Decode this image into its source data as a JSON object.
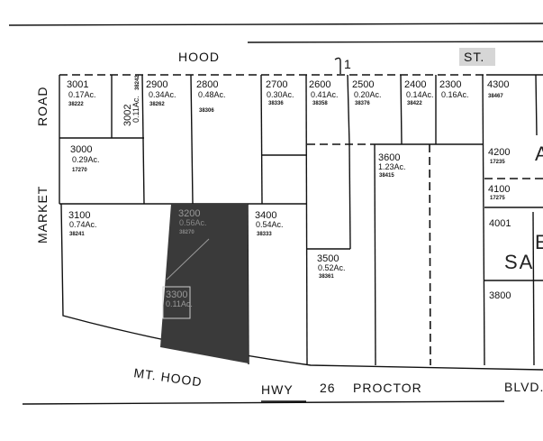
{
  "streets": {
    "north": "HOOD",
    "north_suffix": "ST.",
    "west": "MARKET",
    "west_top": "ROAD",
    "south_1": "MT. HOOD",
    "south_2": "HWY",
    "south_3": "26",
    "south_4": "PROCTOR",
    "south_5": "BLVD."
  },
  "marker": "1",
  "parcels": [
    {
      "id": "3001",
      "acres": "0.17Ac.",
      "code": "38222"
    },
    {
      "id": "3002",
      "acres": "0.11Ac.",
      "code": "38242"
    },
    {
      "id": "2900",
      "acres": "0.34Ac.",
      "code": "38262"
    },
    {
      "id": "2800",
      "acres": "0.48Ac.",
      "code": "38306"
    },
    {
      "id": "2700",
      "acres": "0.30Ac.",
      "code": "38336"
    },
    {
      "id": "2600",
      "acres": "0.41Ac.",
      "code": "38358"
    },
    {
      "id": "2500",
      "acres": "0.20Ac.",
      "code": "38376"
    },
    {
      "id": "2400",
      "acres": "0.14Ac.",
      "code": "38422"
    },
    {
      "id": "2300",
      "acres": "0.16Ac."
    },
    {
      "id": "4300",
      "code": "38467"
    },
    {
      "id": "3000",
      "acres": "0.29Ac.",
      "code": "17270"
    },
    {
      "id": "3600",
      "acres": "1.23Ac.",
      "code": "38415"
    },
    {
      "id": "4200",
      "code": "17235"
    },
    {
      "id": "4100",
      "code": "17275"
    },
    {
      "id": "3100",
      "acres": "0.74Ac.",
      "code": "38241"
    },
    {
      "id": "3200",
      "acres": "0.56Ac.",
      "code": "38270"
    },
    {
      "id": "3400",
      "acres": "0.54Ac.",
      "code": "38333"
    },
    {
      "id": "3500",
      "acres": "0.52Ac.",
      "code": "38361"
    },
    {
      "id": "4001"
    },
    {
      "id": "3800"
    },
    {
      "id": "3300",
      "acres": "0.11Ac."
    }
  ],
  "overlay": {
    "label_1": "SA",
    "label_2": "E",
    "label_3": "A"
  }
}
